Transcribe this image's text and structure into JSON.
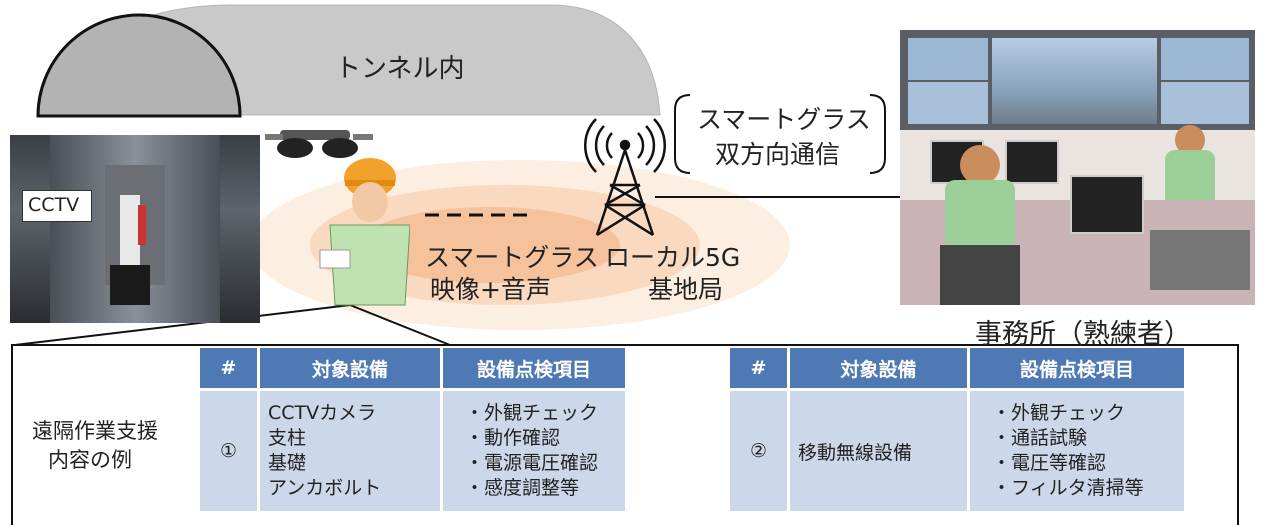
{
  "tunnel": {
    "label": "トンネル内"
  },
  "cctv": {
    "label": "CCTV"
  },
  "smartglass_stream": {
    "line1": "スマートグラス",
    "line2": "映像+音声"
  },
  "base_station": {
    "line1": "ローカル5G",
    "line2": "基地局"
  },
  "bidirectional": {
    "line1": "スマートグラス",
    "line2": "双方向通信"
  },
  "office": {
    "label": "事務所（熟練者）"
  },
  "support_example": {
    "line1": "遠隔作業支援",
    "line2": "内容の例"
  },
  "table1": {
    "headers": [
      "#",
      "対象設備",
      "設備点検項目"
    ],
    "row": {
      "num": "①",
      "equipment": [
        "CCTVカメラ",
        "支柱",
        "基礎",
        "アンカボルト"
      ],
      "items": [
        "・外観チェック",
        "・動作確認",
        "・電源電圧確認",
        "・感度調整等"
      ]
    }
  },
  "table2": {
    "headers": [
      "#",
      "対象設備",
      "設備点検項目"
    ],
    "row": {
      "num": "②",
      "equipment": [
        "移動無線設備"
      ],
      "items": [
        "・外観チェック",
        "・通話試験",
        "・電圧等確認",
        "・フィルタ清掃等"
      ]
    }
  },
  "colors": {
    "header_blue": "#4f79b5",
    "cell_blue": "#cdd7ea",
    "tunnel_gray": "#c8c8c8",
    "signal_orange": "#f6c9a4"
  }
}
